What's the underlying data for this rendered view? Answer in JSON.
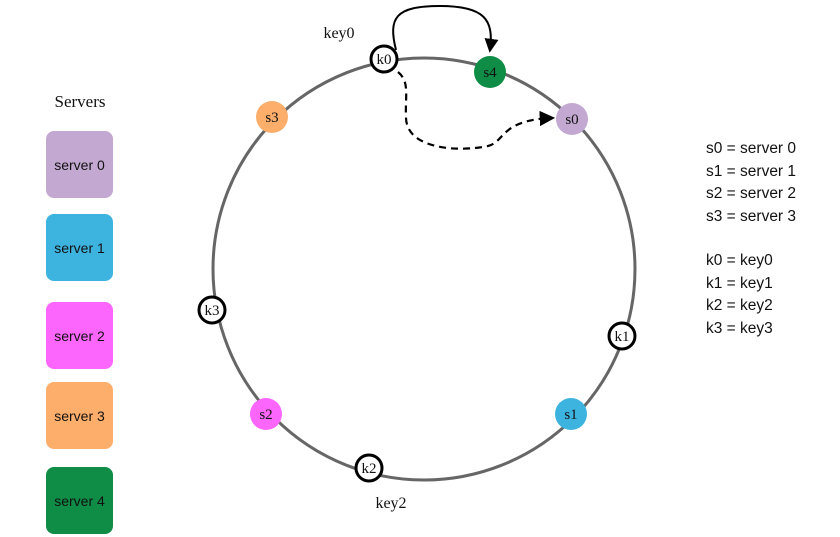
{
  "servers_panel": {
    "title": "Servers",
    "items": [
      {
        "label": "server 0",
        "color": "#c3a8d2"
      },
      {
        "label": "server 1",
        "color": "#3db4df"
      },
      {
        "label": "server 2",
        "color": "#fd66fd"
      },
      {
        "label": "server 3",
        "color": "#fdae6b"
      },
      {
        "label": "server 4",
        "color": "#0f8c45"
      }
    ]
  },
  "ring": {
    "nodes": [
      {
        "label": "s4",
        "color": "#0f8c45",
        "kind": "server"
      },
      {
        "label": "s0",
        "color": "#c3a8d2",
        "kind": "server"
      },
      {
        "label": "s3",
        "color": "#fdae6b",
        "kind": "server"
      },
      {
        "label": "s2",
        "color": "#fd66fd",
        "kind": "server"
      },
      {
        "label": "s1",
        "color": "#3db4df",
        "kind": "server"
      },
      {
        "label": "k0",
        "kind": "key"
      },
      {
        "label": "k1",
        "kind": "key"
      },
      {
        "label": "k2",
        "kind": "key"
      },
      {
        "label": "k3",
        "kind": "key"
      }
    ],
    "key_labels": {
      "k0": "key0",
      "k2": "key2"
    },
    "arrows": [
      {
        "from": "k0",
        "to": "s4",
        "style": "solid"
      },
      {
        "from": "k0",
        "to": "s0",
        "style": "dashed"
      }
    ]
  },
  "legend": {
    "servers": [
      "s0 = server 0",
      "s1 = server 1",
      "s2 = server 2",
      "s3 = server 3"
    ],
    "keys": [
      "k0 = key0",
      "k1 = key1",
      "k2 = key2",
      "k3 = key3"
    ]
  }
}
